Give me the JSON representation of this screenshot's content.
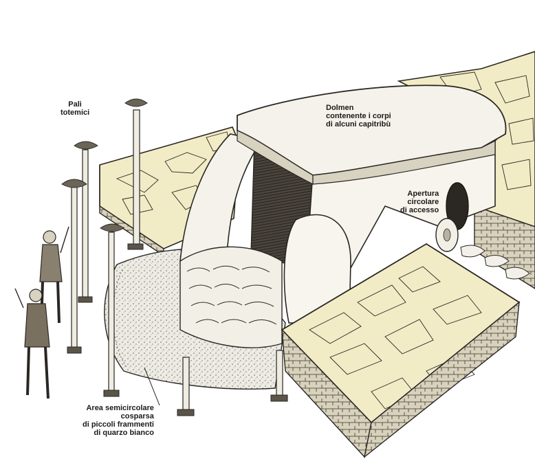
{
  "labels": {
    "pali": [
      "Pali",
      "totemici"
    ],
    "dolmen": [
      "Dolmen",
      "contenente i corpi",
      "di alcuni capitribù"
    ],
    "apertura": [
      "Apertura",
      "circolare",
      "di accesso"
    ],
    "area": [
      "Area semicircolare",
      "cosparsa",
      "di piccoli frammenti",
      "di quarzo bianco"
    ]
  },
  "colors": {
    "paving": "#f1ecc6",
    "ink": "#2a2622",
    "stone_light": "#f4f2ea",
    "stone_dark": "#3a3530",
    "gravel": "#e9e6dc"
  }
}
